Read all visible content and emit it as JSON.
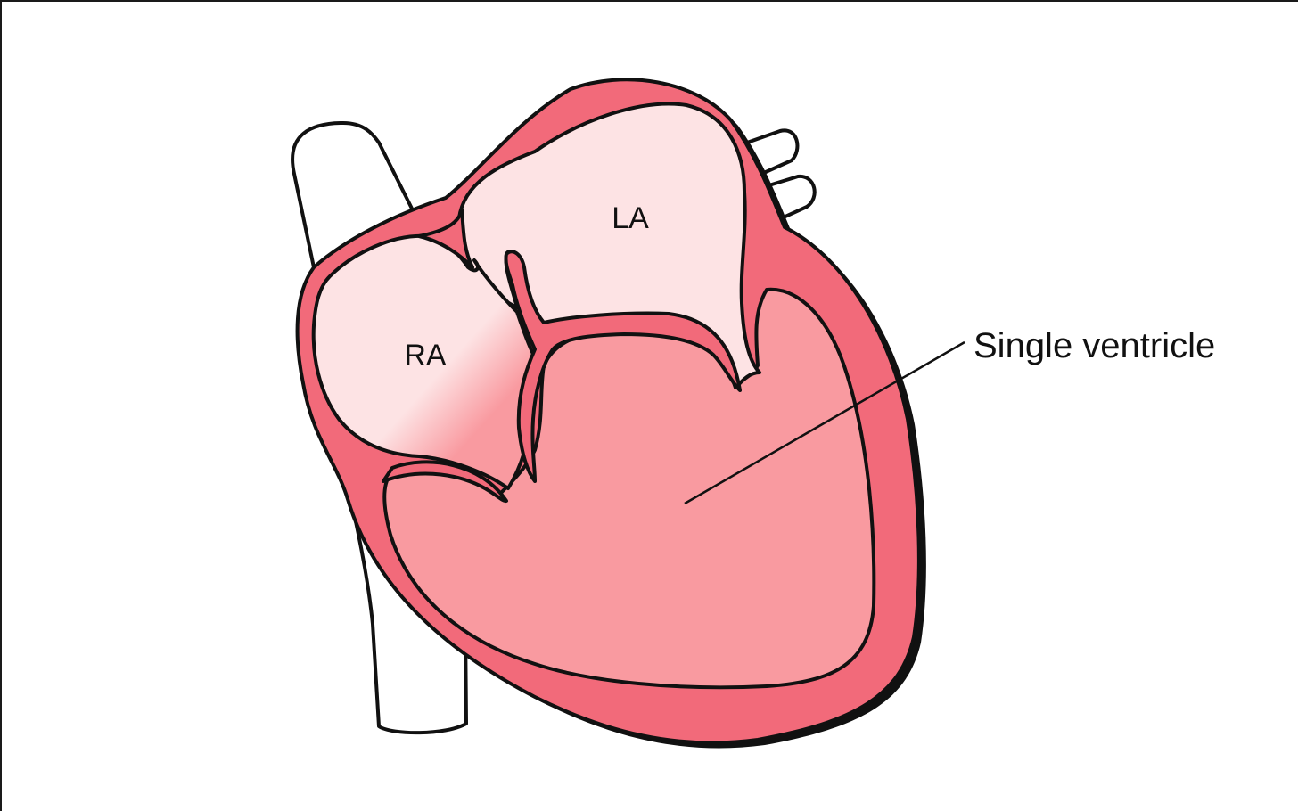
{
  "labels": {
    "la": "LA",
    "ra": "RA",
    "single_ventricle": "Single ventricle"
  },
  "colors": {
    "wall": "#f26a7a",
    "atrium_fill": "#fde3e4",
    "ventricle_fill": "#f99aa0",
    "outline": "#111111",
    "vessel_fill": "#ffffff"
  }
}
